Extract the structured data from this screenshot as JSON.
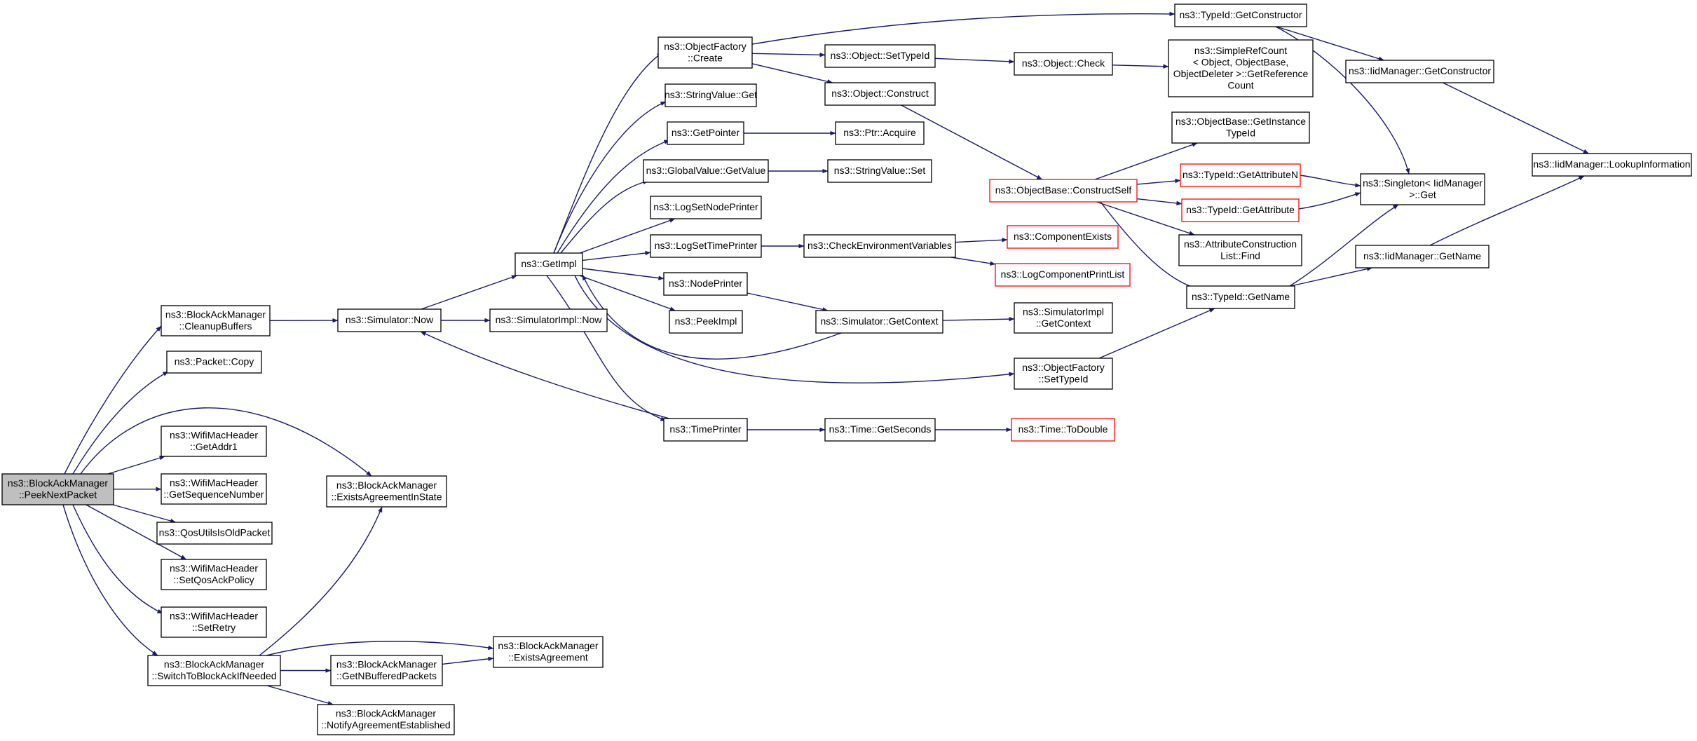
{
  "graph": {
    "edge_color": "#191970",
    "highlight_color": "#ff0000",
    "root_fill": "#bfbfbf",
    "nodes": [
      {
        "id": "peeknext",
        "lines": [
          "ns3::BlockAckManager",
          "::PeekNextPacket"
        ],
        "style": "root"
      },
      {
        "id": "cleanup",
        "lines": [
          "ns3::BlockAckManager",
          "::CleanupBuffers"
        ],
        "style": "normal"
      },
      {
        "id": "pcopy",
        "lines": [
          "ns3::Packet::Copy"
        ],
        "style": "normal"
      },
      {
        "id": "getaddr1",
        "lines": [
          "ns3::WifiMacHeader",
          "::GetAddr1"
        ],
        "style": "normal"
      },
      {
        "id": "getseq",
        "lines": [
          "ns3::WifiMacHeader",
          "::GetSequenceNumber"
        ],
        "style": "normal"
      },
      {
        "id": "qosold",
        "lines": [
          "ns3::QosUtilsIsOldPacket"
        ],
        "style": "normal"
      },
      {
        "id": "setqos",
        "lines": [
          "ns3::WifiMacHeader",
          "::SetQosAckPolicy"
        ],
        "style": "normal"
      },
      {
        "id": "setretry",
        "lines": [
          "ns3::WifiMacHeader",
          "::SetRetry"
        ],
        "style": "normal"
      },
      {
        "id": "switchba",
        "lines": [
          "ns3::BlockAckManager",
          "::SwitchToBlockAckIfNeeded"
        ],
        "style": "normal"
      },
      {
        "id": "simnow",
        "lines": [
          "ns3::Simulator::Now"
        ],
        "style": "normal"
      },
      {
        "id": "existsstate",
        "lines": [
          "ns3::BlockAckManager",
          "::ExistsAgreementInState"
        ],
        "style": "normal"
      },
      {
        "id": "getnbuf",
        "lines": [
          "ns3::BlockAckManager",
          "::GetNBufferedPackets"
        ],
        "style": "normal"
      },
      {
        "id": "notify",
        "lines": [
          "ns3::BlockAckManager",
          "::NotifyAgreementEstablished"
        ],
        "style": "normal"
      },
      {
        "id": "simimplnow",
        "lines": [
          "ns3::SimulatorImpl::Now"
        ],
        "style": "normal"
      },
      {
        "id": "existsagr",
        "lines": [
          "ns3::BlockAckManager",
          "::ExistsAgreement"
        ],
        "style": "normal"
      },
      {
        "id": "getimpl",
        "lines": [
          "ns3::GetImpl"
        ],
        "style": "normal"
      },
      {
        "id": "ofcreate",
        "lines": [
          "ns3::ObjectFactory",
          "::Create"
        ],
        "style": "normal"
      },
      {
        "id": "svget",
        "lines": [
          "ns3::StringValue::Get"
        ],
        "style": "normal"
      },
      {
        "id": "getptr",
        "lines": [
          "ns3::GetPointer"
        ],
        "style": "normal"
      },
      {
        "id": "gvget",
        "lines": [
          "ns3::GlobalValue::GetValue"
        ],
        "style": "normal"
      },
      {
        "id": "lognode",
        "lines": [
          "ns3::LogSetNodePrinter"
        ],
        "style": "normal"
      },
      {
        "id": "logtime",
        "lines": [
          "ns3::LogSetTimePrinter"
        ],
        "style": "normal"
      },
      {
        "id": "nodeprinter",
        "lines": [
          "ns3::NodePrinter"
        ],
        "style": "normal"
      },
      {
        "id": "peekimpl",
        "lines": [
          "ns3::PeekImpl"
        ],
        "style": "normal"
      },
      {
        "id": "timeprinter",
        "lines": [
          "ns3::TimePrinter"
        ],
        "style": "normal"
      },
      {
        "id": "objsettid",
        "lines": [
          "ns3::Object::SetTypeId"
        ],
        "style": "normal"
      },
      {
        "id": "objconstruct",
        "lines": [
          "ns3::Object::Construct"
        ],
        "style": "normal"
      },
      {
        "id": "ptracq",
        "lines": [
          "ns3::Ptr::Acquire"
        ],
        "style": "normal"
      },
      {
        "id": "svset",
        "lines": [
          "ns3::StringValue::Set"
        ],
        "style": "normal"
      },
      {
        "id": "checkenv",
        "lines": [
          "ns3::CheckEnvironmentVariables"
        ],
        "style": "normal"
      },
      {
        "id": "simgetctx",
        "lines": [
          "ns3::Simulator::GetContext"
        ],
        "style": "normal"
      },
      {
        "id": "timegetsec",
        "lines": [
          "ns3::Time::GetSeconds"
        ],
        "style": "normal"
      },
      {
        "id": "objcheck",
        "lines": [
          "ns3::Object::Check"
        ],
        "style": "normal"
      },
      {
        "id": "compexists",
        "lines": [
          "ns3::ComponentExists"
        ],
        "style": "red"
      },
      {
        "id": "logcomplist",
        "lines": [
          "ns3::LogComponentPrintList"
        ],
        "style": "red"
      },
      {
        "id": "simimplctx",
        "lines": [
          "ns3::SimulatorImpl",
          "::GetContext"
        ],
        "style": "normal"
      },
      {
        "id": "ofsettid",
        "lines": [
          "ns3::ObjectFactory",
          "::SetTypeId"
        ],
        "style": "normal"
      },
      {
        "id": "todouble",
        "lines": [
          "ns3::Time::ToDouble"
        ],
        "style": "red"
      },
      {
        "id": "constructself",
        "lines": [
          "ns3::ObjectBase::ConstructSelf"
        ],
        "style": "red"
      },
      {
        "id": "tidgetctor",
        "lines": [
          "ns3::TypeId::GetConstructor"
        ],
        "style": "normal"
      },
      {
        "id": "refcount",
        "lines": [
          "ns3::SimpleRefCount",
          "< Object, ObjectBase,",
          "ObjectDeleter >::GetReference",
          "Count"
        ],
        "style": "normal"
      },
      {
        "id": "getinsttid",
        "lines": [
          "ns3::ObjectBase::GetInstance",
          "TypeId"
        ],
        "style": "normal"
      },
      {
        "id": "getattrn",
        "lines": [
          "ns3::TypeId::GetAttributeN"
        ],
        "style": "red"
      },
      {
        "id": "getattr",
        "lines": [
          "ns3::TypeId::GetAttribute"
        ],
        "style": "red"
      },
      {
        "id": "attrfind",
        "lines": [
          "ns3::AttributeConstruction",
          "List::Find"
        ],
        "style": "normal"
      },
      {
        "id": "tidgetname",
        "lines": [
          "ns3::TypeId::GetName"
        ],
        "style": "normal"
      },
      {
        "id": "iidgetctor",
        "lines": [
          "ns3::IidManager::GetConstructor"
        ],
        "style": "normal"
      },
      {
        "id": "singleton",
        "lines": [
          "ns3::Singleton< IidManager",
          ">::Get"
        ],
        "style": "normal"
      },
      {
        "id": "iidgetname",
        "lines": [
          "ns3::IidManager::GetName"
        ],
        "style": "normal"
      },
      {
        "id": "lookup",
        "lines": [
          "ns3::IidManager::LookupInformation"
        ],
        "style": "normal"
      }
    ],
    "edges": [
      [
        "peeknext",
        "cleanup"
      ],
      [
        "peeknext",
        "pcopy"
      ],
      [
        "peeknext",
        "existsstate"
      ],
      [
        "peeknext",
        "getaddr1"
      ],
      [
        "peeknext",
        "getseq"
      ],
      [
        "peeknext",
        "qosold"
      ],
      [
        "peeknext",
        "setqos"
      ],
      [
        "peeknext",
        "setretry"
      ],
      [
        "peeknext",
        "switchba"
      ],
      [
        "cleanup",
        "simnow"
      ],
      [
        "simnow",
        "getimpl"
      ],
      [
        "simnow",
        "simimplnow"
      ],
      [
        "switchba",
        "existsstate"
      ],
      [
        "switchba",
        "existsagr"
      ],
      [
        "switchba",
        "getnbuf"
      ],
      [
        "switchba",
        "notify"
      ],
      [
        "getnbuf",
        "existsagr"
      ],
      [
        "getimpl",
        "ofcreate"
      ],
      [
        "getimpl",
        "svget"
      ],
      [
        "getimpl",
        "getptr"
      ],
      [
        "getimpl",
        "gvget"
      ],
      [
        "getimpl",
        "lognode"
      ],
      [
        "getimpl",
        "logtime"
      ],
      [
        "getimpl",
        "nodeprinter"
      ],
      [
        "getimpl",
        "peekimpl"
      ],
      [
        "getimpl",
        "timeprinter"
      ],
      [
        "getimpl",
        "ofsettid"
      ],
      [
        "timeprinter",
        "simnow"
      ],
      [
        "timeprinter",
        "timegetsec"
      ],
      [
        "simgetctx",
        "getimpl"
      ],
      [
        "ofcreate",
        "tidgetctor"
      ],
      [
        "ofcreate",
        "objsettid"
      ],
      [
        "ofcreate",
        "objconstruct"
      ],
      [
        "getptr",
        "ptracq"
      ],
      [
        "gvget",
        "svset"
      ],
      [
        "logtime",
        "checkenv"
      ],
      [
        "nodeprinter",
        "simgetctx"
      ],
      [
        "objsettid",
        "objcheck"
      ],
      [
        "objconstruct",
        "constructself"
      ],
      [
        "checkenv",
        "compexists"
      ],
      [
        "checkenv",
        "logcomplist"
      ],
      [
        "simgetctx",
        "simimplctx"
      ],
      [
        "timegetsec",
        "todouble"
      ],
      [
        "objcheck",
        "refcount"
      ],
      [
        "ofsettid",
        "tidgetname"
      ],
      [
        "constructself",
        "getinsttid"
      ],
      [
        "constructself",
        "getattrn"
      ],
      [
        "constructself",
        "getattr"
      ],
      [
        "constructself",
        "attrfind"
      ],
      [
        "constructself",
        "tidgetname"
      ],
      [
        "tidgetctor",
        "iidgetctor"
      ],
      [
        "tidgetctor",
        "singleton"
      ],
      [
        "getattrn",
        "singleton"
      ],
      [
        "getattr",
        "singleton"
      ],
      [
        "tidgetname",
        "singleton"
      ],
      [
        "tidgetname",
        "iidgetname"
      ],
      [
        "iidgetctor",
        "lookup"
      ],
      [
        "iidgetname",
        "lookup"
      ]
    ]
  }
}
